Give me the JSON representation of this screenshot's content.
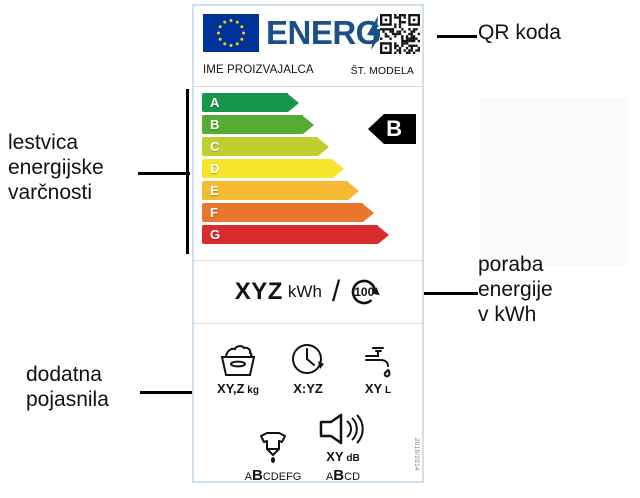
{
  "annotations": {
    "scale": "lestvica\nenergijske\nvarčnosti",
    "extra": "dodatna\npojasnila",
    "qr": "QR koda",
    "consumption": "poraba\nenergije\nv kWh"
  },
  "label": {
    "header": {
      "brand_word": "ENERG",
      "bolt_icon": "lightning-bolt-icon",
      "flag_icon": "eu-flag-icon",
      "qr_icon": "qr-code-icon"
    },
    "maker_name": "IME PROIZVAJALCA",
    "model_number": "ŠT. MODELA",
    "scale": {
      "bars": [
        {
          "letter": "A",
          "color": "#17964c",
          "width": 86
        },
        {
          "letter": "B",
          "color": "#55ab33",
          "width": 101
        },
        {
          "letter": "C",
          "color": "#bfd02e",
          "width": 116
        },
        {
          "letter": "D",
          "color": "#f6e52a",
          "width": 131
        },
        {
          "letter": "E",
          "color": "#f6b932",
          "width": 146
        },
        {
          "letter": "F",
          "color": "#e8762c",
          "width": 161
        },
        {
          "letter": "G",
          "color": "#d92b2b",
          "width": 176
        }
      ],
      "selected_class": "B"
    },
    "consumption": {
      "value": "XYZ",
      "unit": "kWh",
      "separator": "/",
      "cycles": "100",
      "cycles_icon": "cycle-arrow-icon"
    },
    "pictograms_row1": [
      {
        "icon": "laundry-basket-icon",
        "caption": "XY,Z",
        "caption_small": "kg",
        "classes": null
      },
      {
        "icon": "clock-icon",
        "caption": "X:YZ",
        "caption_small": "",
        "classes": null
      },
      {
        "icon": "water-tap-icon",
        "caption": "XY",
        "caption_small": "L",
        "classes": null
      }
    ],
    "pictograms_row2": [
      {
        "icon": "spin-dry-shirt-icon",
        "caption": "",
        "caption_small": "",
        "class_prefix": "A",
        "class_bold": "B",
        "class_suffix": "CDEFG"
      },
      {
        "icon": "speaker-noise-icon",
        "caption": "XY",
        "caption_small": "dB",
        "class_prefix": "A",
        "class_bold": "B",
        "class_suffix": "CD"
      }
    ],
    "side_code": "2019/2014"
  }
}
